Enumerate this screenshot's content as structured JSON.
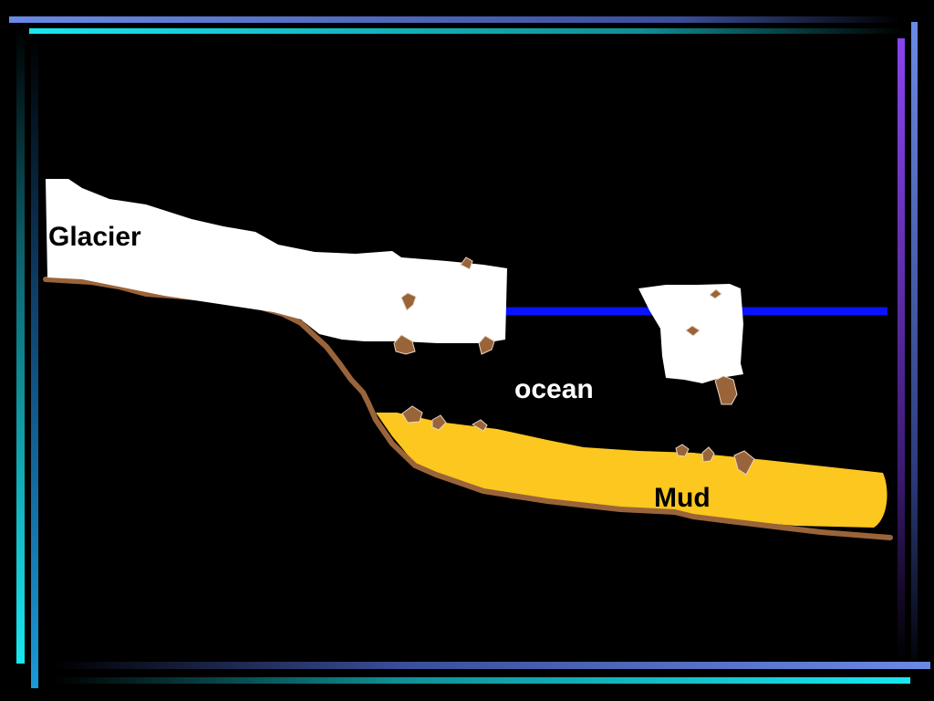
{
  "labels": {
    "glacier": "Glacier",
    "ocean": "ocean",
    "mud": "Mud"
  },
  "colors": {
    "background": "#000000",
    "glacier": "#ffffff",
    "ocean_line": "#0a12ff",
    "mud": "#fcc71e",
    "sea_floor": "#9a643a",
    "rock": "#9a643a",
    "frame_cyan": "#19e6f0",
    "frame_blue": "#6a8ae6",
    "frame_violet": "#8a44ee"
  }
}
